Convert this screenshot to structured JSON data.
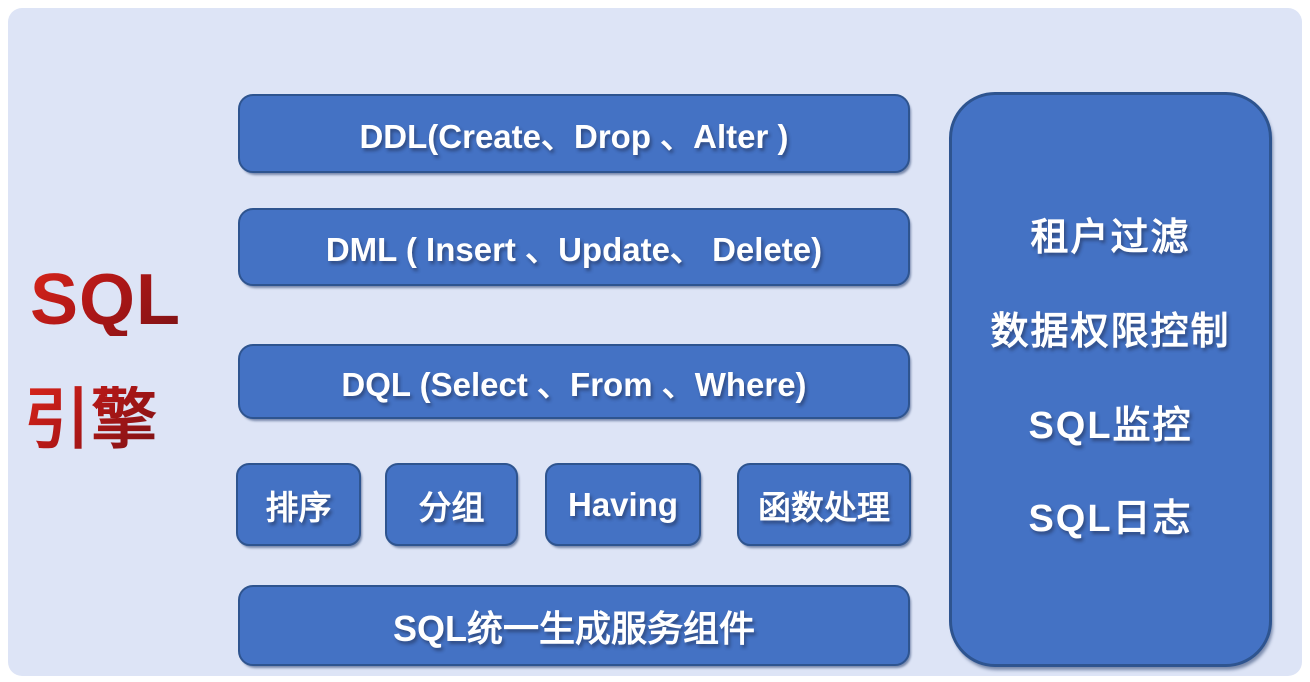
{
  "title": {
    "line1": "SQL",
    "line2": "引擎"
  },
  "engine_boxes": [
    "DDL(Create、Drop 、Alter )",
    "DML ( Insert 、Update、 Delete)",
    "DQL (Select 、From 、Where)"
  ],
  "clause_boxes": [
    "排序",
    "分组",
    "Having",
    "函数处理"
  ],
  "bottom_box": "SQL统一生成服务组件",
  "side_panel": {
    "items": [
      "租户过滤",
      "数据权限控制",
      "SQL监控",
      "SQL日志"
    ]
  },
  "colors": {
    "stage_background": "#dde4f6",
    "box_fill": "#4472c4",
    "box_border": "#2e548f",
    "box_text": "#ffffff",
    "title_gradient_start": "#d8251a",
    "title_gradient_end": "#7d1215"
  }
}
